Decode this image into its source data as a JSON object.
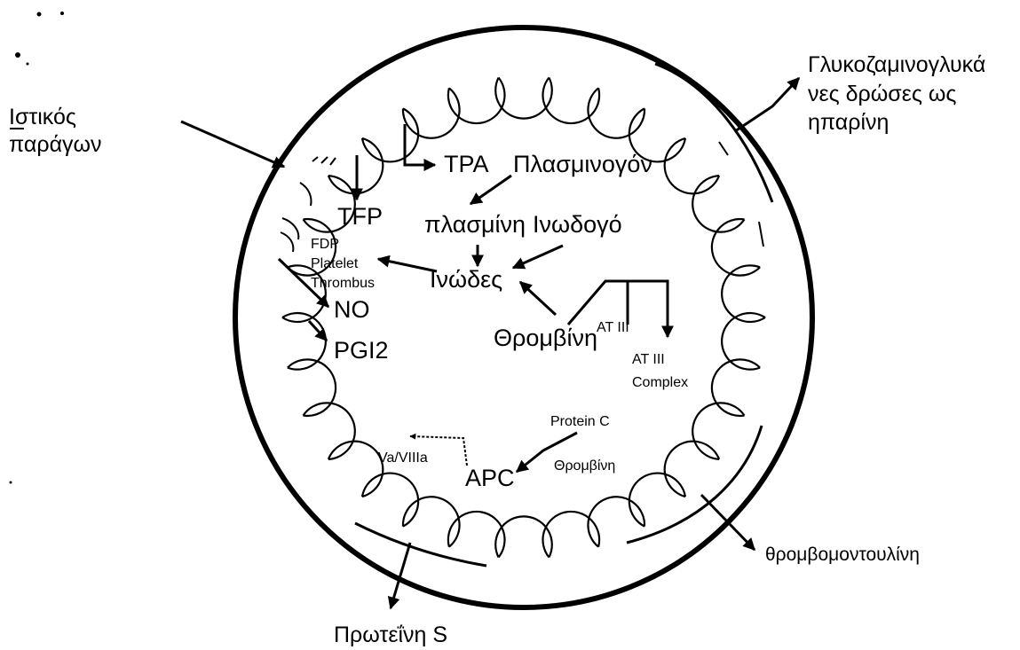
{
  "labels": {
    "tissue_factor_line1": "Ιστικός",
    "tissue_factor_line2": "παράγων",
    "gag_line1": "Γλυκοζαμινογλυκά",
    "gag_line2": "νες δρώσες ως",
    "gag_line3": "ηπαρίνη",
    "tpa": "TPA",
    "plasminogen": "Πλασμινογόν",
    "tfp": "TFP",
    "plasmin": "πλασμίνη",
    "fibrinogen": "Ινωδογό",
    "fdp_line1": "FDP",
    "fdp_line2": "Platelet",
    "fdp_line3": "Thrombus",
    "fibrin": "Ινώδες",
    "no": "NO",
    "pgi2": "PGI2",
    "thrombin": "Θρομβίνη",
    "at3": "AT III",
    "at3_complex_line1": "AT III",
    "at3_complex_line2": "Complex",
    "protein_c": "Protein C",
    "va_viiia": "Va/VIIIa",
    "apc": "APC",
    "thrombin_small": "Θρομβίνη",
    "thrombomodulin": "θρομβομοντουλίνη",
    "protein_s": "Πρωτεΐνη S"
  },
  "colors": {
    "ink": "#000000",
    "background": "#ffffff"
  }
}
